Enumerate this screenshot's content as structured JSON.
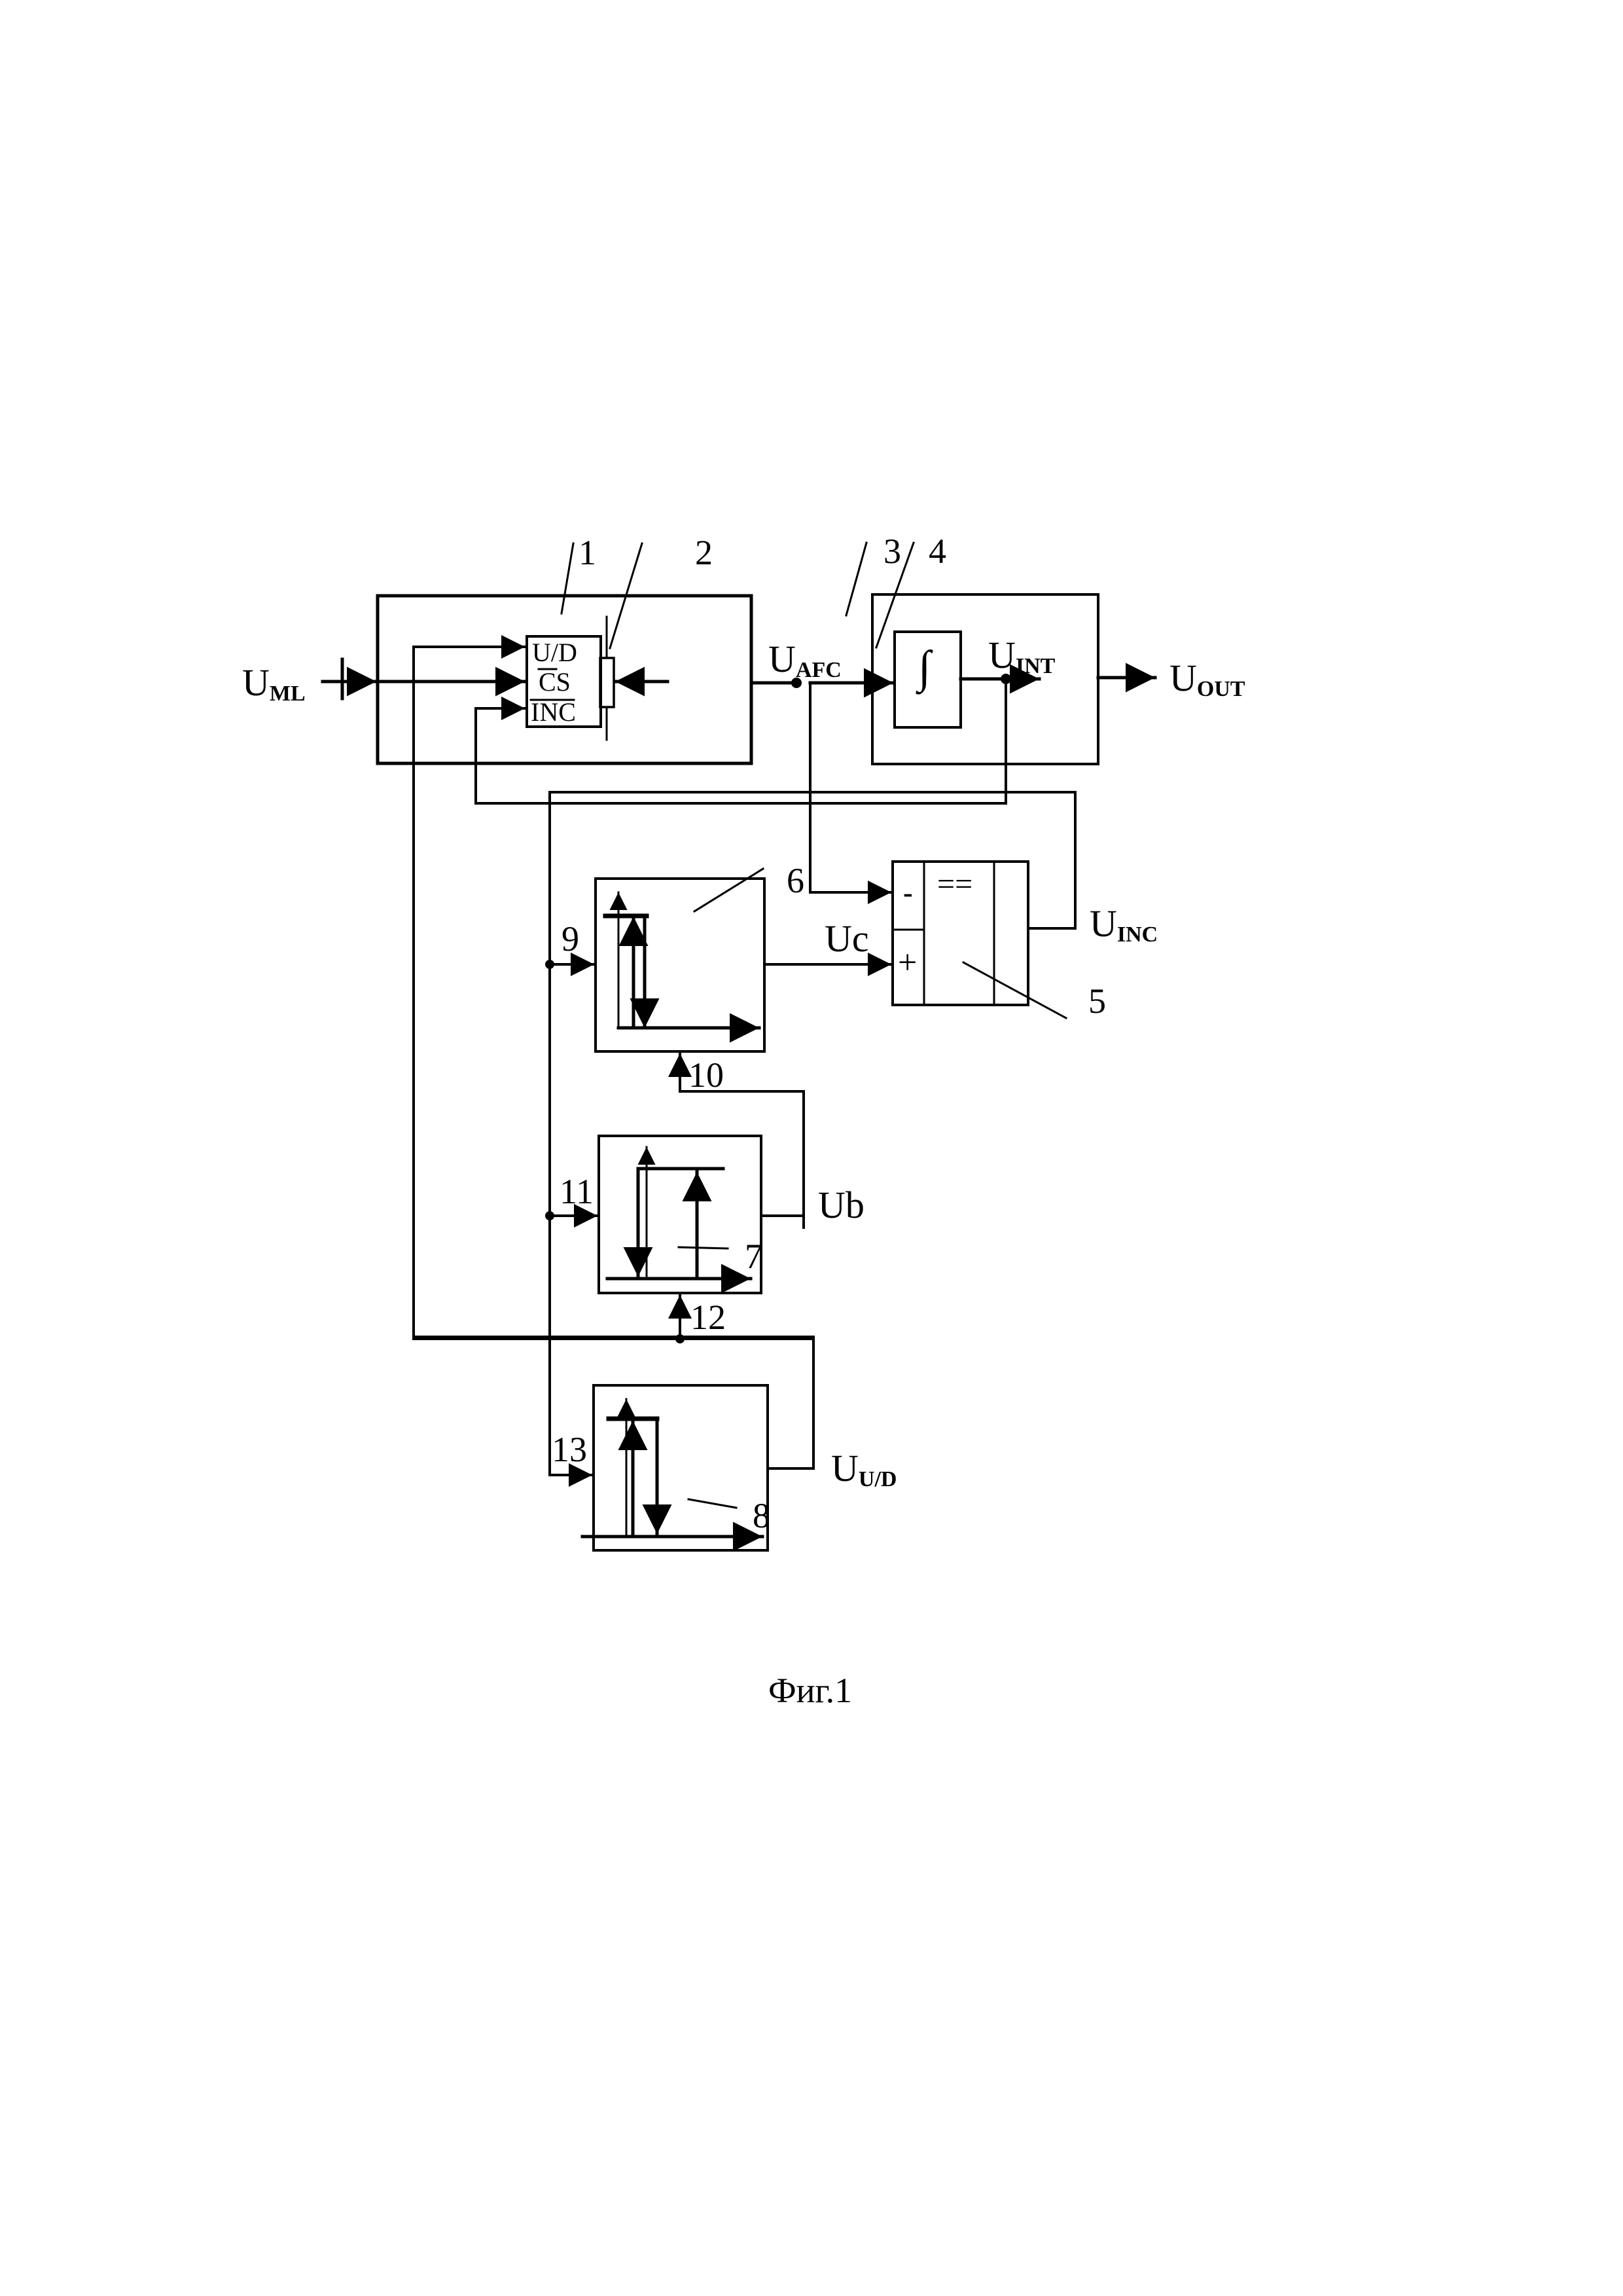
{
  "figure": {
    "caption": "Фиг.1",
    "blocks": [
      {
        "id": "1",
        "label": "1",
        "role": "AFC unit"
      },
      {
        "id": "2",
        "label": "2",
        "role": "digital potentiometer",
        "pins": [
          "U/D",
          "CS",
          "INC"
        ]
      },
      {
        "id": "3",
        "label": "3",
        "role": "output unit"
      },
      {
        "id": "4",
        "label": "4",
        "role": "integrator",
        "symbol": "∫"
      },
      {
        "id": "5",
        "label": "5",
        "role": "comparator",
        "symbol": "==",
        "inputs": [
          "-",
          "+"
        ]
      },
      {
        "id": "6",
        "label": "6",
        "role": "hysteresis element"
      },
      {
        "id": "7",
        "label": "7",
        "role": "hysteresis element"
      },
      {
        "id": "8",
        "label": "8",
        "role": "hysteresis element"
      }
    ],
    "signals": {
      "u_ml": {
        "main": "U",
        "sub": "ML"
      },
      "u_afc": {
        "main": "U",
        "sub": "AFC"
      },
      "u_int": {
        "main": "U",
        "sub": "INT"
      },
      "u_out": {
        "main": "U",
        "sub": "OUT"
      },
      "u_inc": {
        "main": "U",
        "sub": "INC"
      },
      "u_c": {
        "main": "Uc"
      },
      "u_b": {
        "main": "Ub"
      },
      "u_ud": {
        "main": "U",
        "sub": "U/D"
      }
    },
    "inputs": {
      "n9": "9",
      "n10": "10",
      "n11": "11",
      "n12": "12",
      "n13": "13"
    }
  }
}
